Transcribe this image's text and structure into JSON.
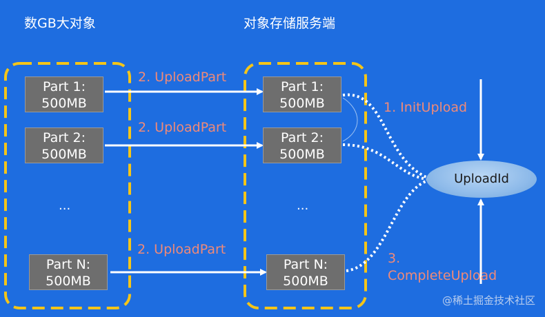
{
  "titles": {
    "left": "数GB大对象",
    "right": "对象存储服务端"
  },
  "left_parts": [
    {
      "line1": "Part 1:",
      "line2": "500MB"
    },
    {
      "line1": "Part 2:",
      "line2": "500MB"
    },
    {
      "line1": "Part N:",
      "line2": "500MB"
    }
  ],
  "right_parts": [
    {
      "line1": "Part 1:",
      "line2": "500MB"
    },
    {
      "line1": "Part 2:",
      "line2": "500MB"
    },
    {
      "line1": "Part N:",
      "line2": "500MB"
    }
  ],
  "ellipsis": "...",
  "upload_part_labels": [
    "2. UploadPart",
    "2. UploadPart",
    "2. UploadPart"
  ],
  "init_label": "1. InitUpload",
  "complete_label_line1": "3.",
  "complete_label_line2": "CompleteUpload",
  "upload_id": "UploadId",
  "watermark": "@稀土掘金技术社区",
  "colors": {
    "background": "#1e6de0",
    "dashed_frame": "#f5c518",
    "part_box": "#6e6e6e",
    "label": "#f08a78",
    "arrow": "#ffffff",
    "ellipse": "#9cc3ee"
  }
}
